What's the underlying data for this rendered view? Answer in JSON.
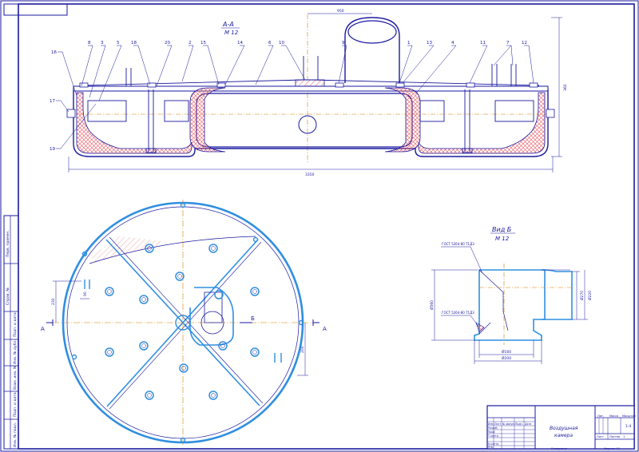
{
  "section_view": {
    "title": "А-А",
    "scale": "М 12",
    "overall_width": "3350",
    "overall_height": "360",
    "top_dim": "950"
  },
  "callouts": [
    "16",
    "8",
    "3",
    "5",
    "18",
    "20",
    "2",
    "15",
    "14",
    "6",
    "10",
    "9",
    "1",
    "13",
    "4",
    "11",
    "7",
    "12",
    "17",
    "19"
  ],
  "plan_view": {
    "section_mark": "А",
    "view_mark": "Б",
    "dim_left": "230",
    "dim_small": "90",
    "dim_right": "200"
  },
  "detail_view": {
    "title": "Вид Б",
    "scale": "М 12",
    "note_top": "ГОСТ 5264-80 Т1Д3",
    "note_bottom": "ГОСТ 5264-80 Т1Д3",
    "dim_left": "Ø560",
    "dim_right_1": "Ø270",
    "dim_right_2": "Ø220",
    "dim_bottom_1": "Ø160",
    "dim_bottom_2": "Ø200"
  },
  "side_strip": [
    "Перв. примен.",
    "Справ. №",
    "Подп. и дата",
    "Инв. № дубл.",
    "Взам. инв. №",
    "Подп. и дата",
    "Инв. № подл."
  ],
  "title_block": {
    "drawing_name_line1": "Воздушная",
    "drawing_name_line2": "камера",
    "col_headers": [
      "Лит.",
      "Масса",
      "Масштаб"
    ],
    "scale_value": "1:4",
    "sheet_label": "Лист",
    "sheets_label": "Листов",
    "sheets_value": "1",
    "row_headers": [
      "Изм",
      "Лист",
      "№ докум.",
      "Подп.",
      "Дата"
    ],
    "roles": [
      "Разраб.",
      "Пров.",
      "Т.контр.",
      "",
      "Н.контр.",
      "Утв."
    ],
    "footer_left": "Копировал",
    "footer_right": "Формат  А1"
  },
  "colors": {
    "line": "#1a1aa0",
    "contour": "#2f8fe0",
    "axis": "#d08000",
    "refractory": "#e8707a"
  }
}
